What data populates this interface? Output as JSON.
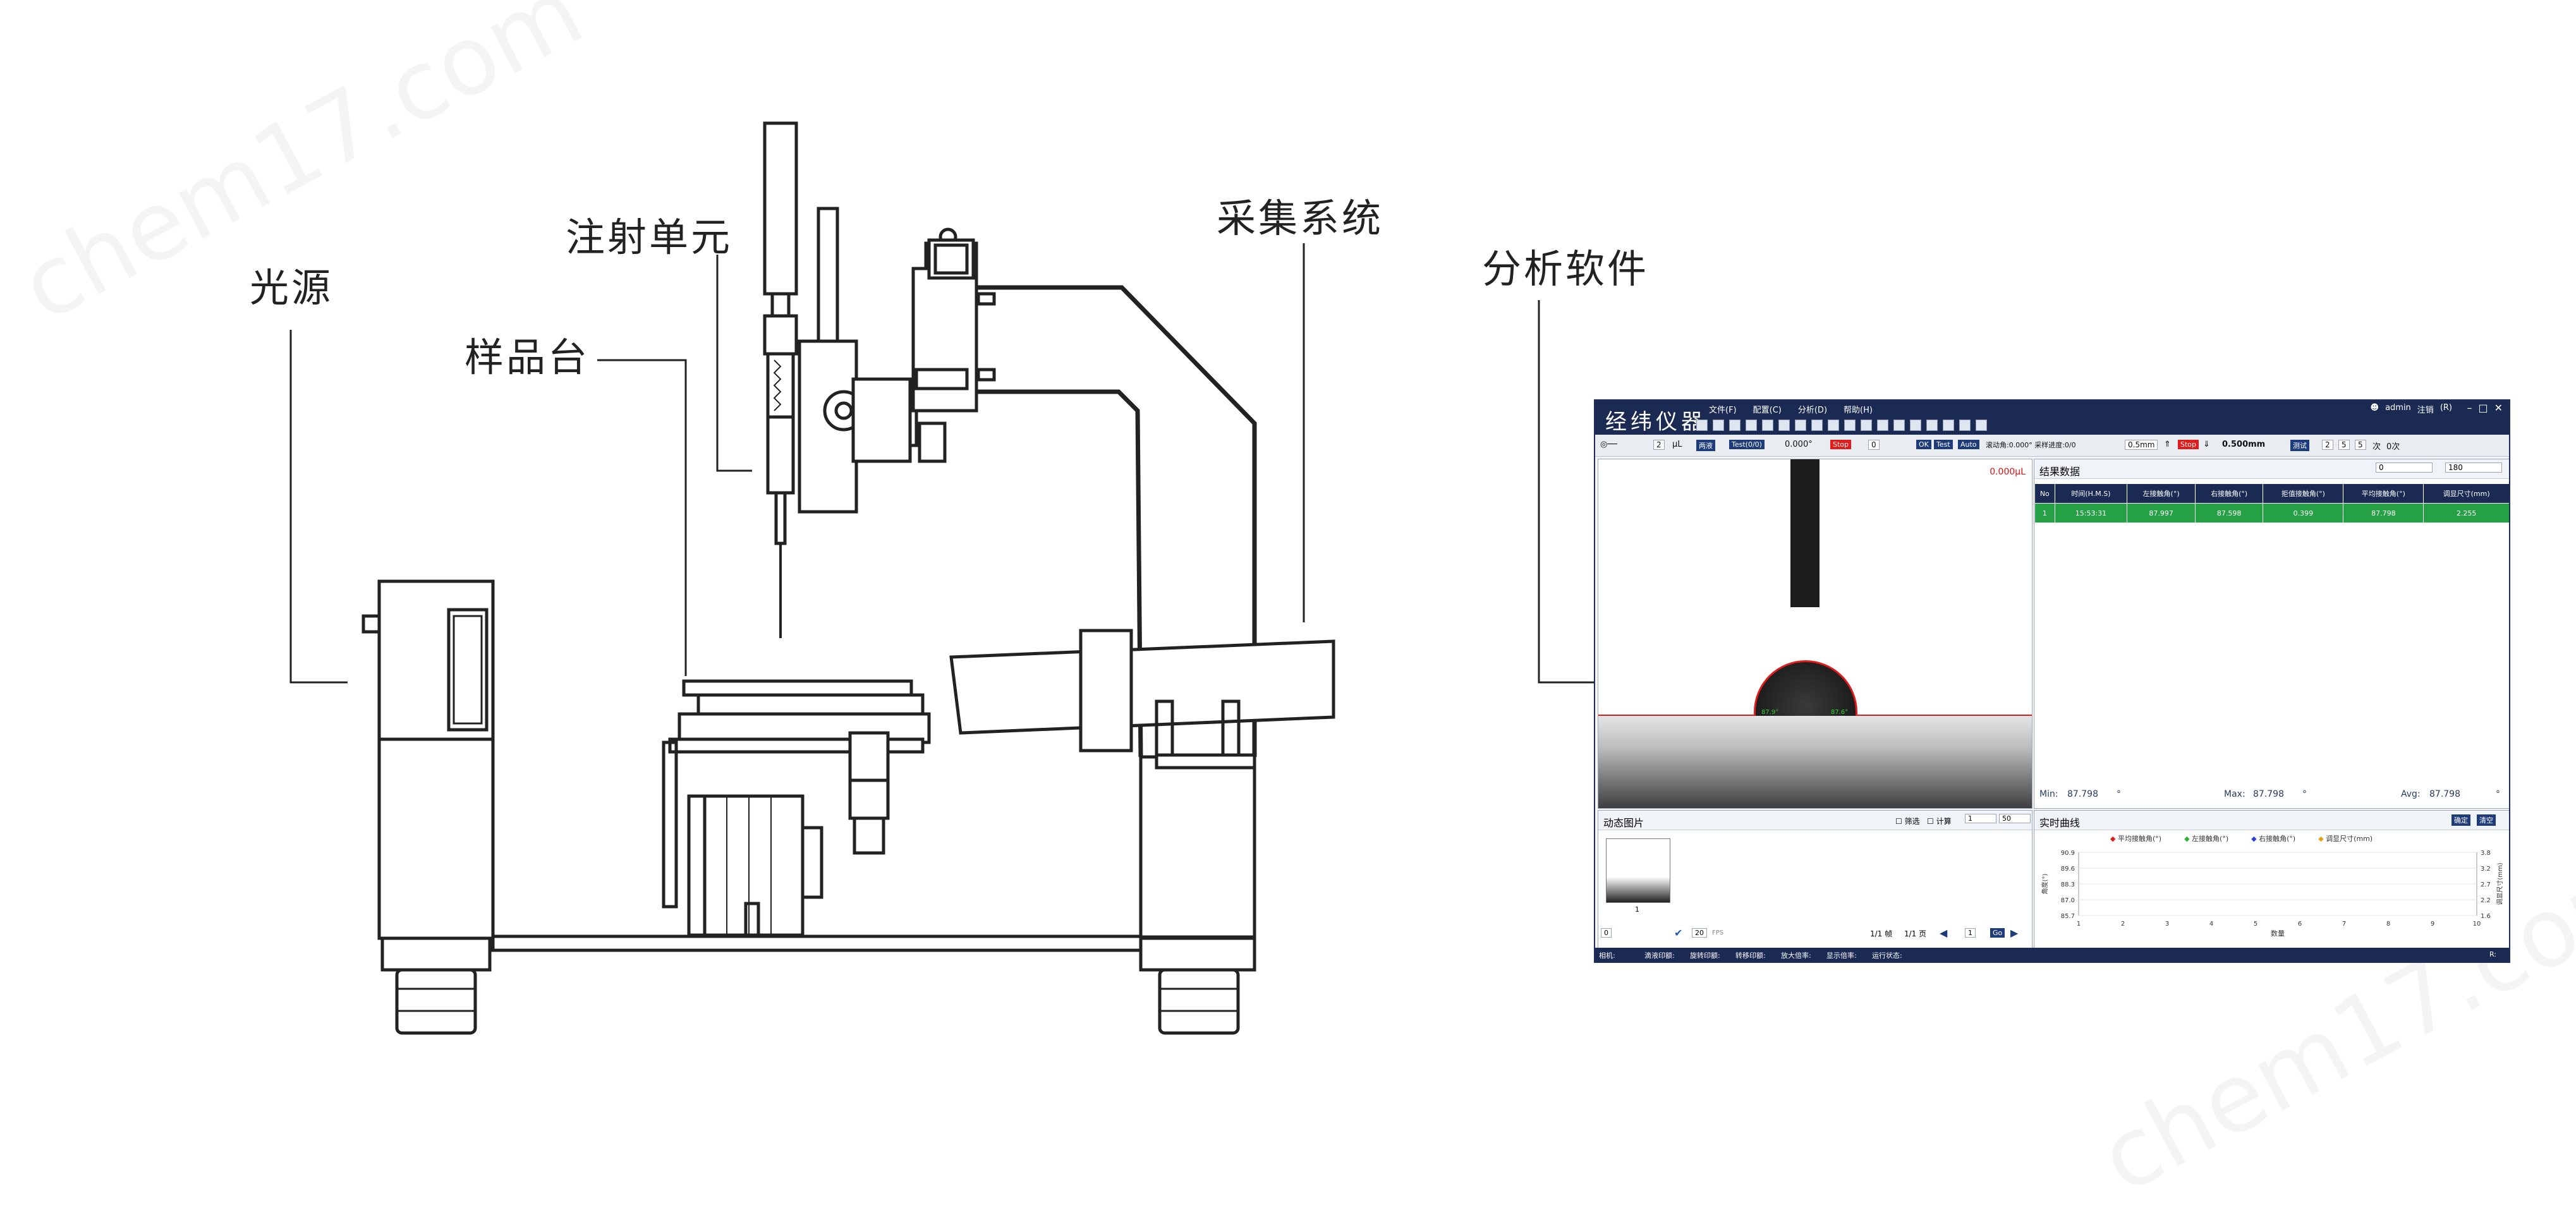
{
  "labels": {
    "light_source": "光源",
    "injection_unit": "注射单元",
    "sample_stage": "样品台",
    "acquisition_system": "采集系统",
    "analysis_software": "分析软件"
  },
  "watermark": "chem17.com",
  "software": {
    "brand": "经纬仪器",
    "menu": [
      "文件(F)",
      "配置(C)",
      "分析(D)",
      "帮助(H)"
    ],
    "user": "admin",
    "user_actions": [
      "注销",
      "(R)"
    ],
    "toolbar2": {
      "volume_value": "2",
      "volume_unit": "μL",
      "mode_select": "两液",
      "test_select": "Test(0/0)",
      "angle": "0.000°",
      "stop": "Stop",
      "count": "0",
      "ok": "OK",
      "test": "Test",
      "auto": "Auto",
      "rolling": "滚动角:0.000° 采样进度:0/0",
      "step_select": "0.5mm",
      "stop2": "Stop",
      "distance": "0.500mm",
      "mode2": "测试",
      "times_a": "2",
      "times_b": "5",
      "times_c": "5",
      "times_unit": "次",
      "times_suffix": "0次"
    },
    "image_pane": {
      "volume_readout": "0.000μL",
      "left_angle": "87.9°",
      "right_angle": "87.6°"
    },
    "results": {
      "title": "结果数据",
      "range_from": "0",
      "range_to": "180",
      "columns": [
        "No",
        "时间(H.M.S)",
        "左接触角(°)",
        "右接触角(°)",
        "拒值接触角(°)",
        "平均接触角(°)",
        "调显尺寸(mm)"
      ],
      "rows": [
        [
          "1",
          "15:53:31",
          "87.997",
          "87.598",
          "0.399",
          "87.798",
          "2.255"
        ]
      ],
      "min_label": "Min:",
      "min_value": "87.798",
      "max_label": "Max:",
      "max_value": "87.798",
      "avg_label": "Avg:",
      "avg_value": "87.798",
      "unit": "°"
    },
    "dynamic": {
      "title": "动态图片",
      "filter_label": "筛选",
      "calc_label": "计算",
      "from": "1",
      "to": "50",
      "thumb_index": "1",
      "fps": "20",
      "fps_unit": "FPS",
      "start": "0",
      "pager_frame": "1/1 帧",
      "pager_page": "1/1 页",
      "page_input": "1",
      "go": "Go"
    },
    "curve": {
      "title": "实时曲线",
      "confirm": "确定",
      "clear": "清空",
      "series_names": [
        "平均接触角(°)",
        "左接触角(°)",
        "右接触角(°)",
        "调显尺寸(mm)"
      ],
      "series_colors": [
        "#e01b1b",
        "#2fae2f",
        "#2b3fd8",
        "#e6a21a"
      ],
      "xlabel": "数量",
      "ylabel_left": "角度(°)",
      "ylabel_right": "调显尺寸(mm)",
      "left_ticks": [
        "90.9",
        "89.6",
        "88.3",
        "87.0",
        "85.7"
      ],
      "right_ticks": [
        "3.8",
        "3.2",
        "2.7",
        "2.2",
        "1.6"
      ],
      "x_ticks": [
        "1",
        "2",
        "3",
        "4",
        "5",
        "6",
        "7",
        "8",
        "9",
        "10"
      ]
    },
    "status": {
      "items": [
        "相机:",
        "滴液印额:",
        "旋转印额:",
        "转移印额:",
        "放大倍率:",
        "显示倍率:",
        "运行状态:"
      ],
      "right": "R:"
    }
  }
}
